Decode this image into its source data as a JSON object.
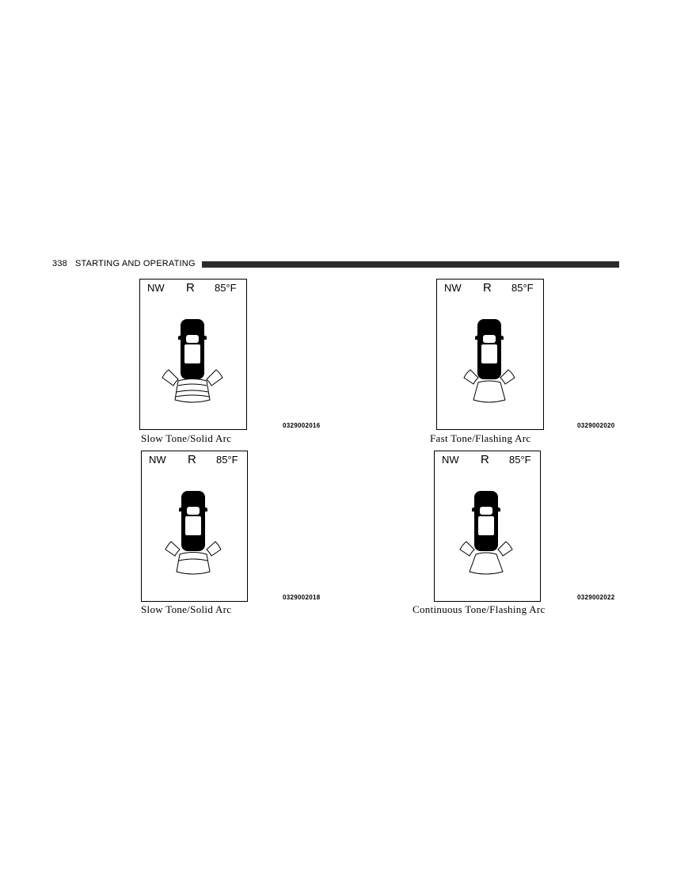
{
  "header": {
    "page_number": "338",
    "section_title": "STARTING AND OPERATING"
  },
  "display": {
    "compass": "NW",
    "gear": "R",
    "temperature": "85°F"
  },
  "figures": [
    {
      "code": "0329002016",
      "caption": "Slow Tone/Solid Arc"
    },
    {
      "code": "0329002020",
      "caption": "Fast Tone/Flashing Arc"
    },
    {
      "code": "0329002018",
      "caption": "Slow Tone/Solid Arc"
    },
    {
      "code": "0329002022",
      "caption": "Continuous Tone/Flashing Arc"
    }
  ]
}
